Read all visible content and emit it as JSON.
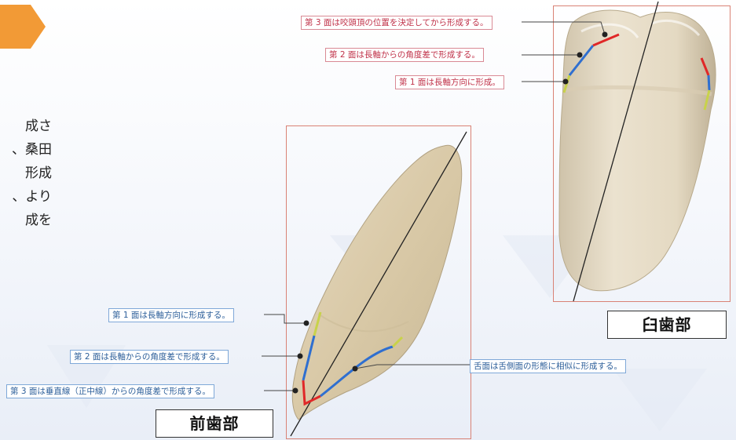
{
  "body_text_lines": [
    "成さ",
    "桑田、",
    "形成",
    "より、",
    "成を"
  ],
  "molar": {
    "label": "臼歯部",
    "callouts": [
      "第 3 面は咬頭頂の位置を決定してから形成する。",
      "第 2 面は長軸からの角度差で形成する。",
      "第 1 面は長軸方向に形成。"
    ]
  },
  "anterior": {
    "label": "前歯部",
    "callouts_left": [
      "第 1 面は長軸方向に形成する。",
      "第 2 面は長軸からの角度差で形成する。",
      "第 3 面は垂直線（正中線）からの角度差で形成する。"
    ],
    "callout_right": "舌面は舌側面の形態に相似に形成する。"
  },
  "colors": {
    "surface1": "#c8d24a",
    "surface2": "#2f6fd0",
    "surface3": "#e02828",
    "frame": "#d98275",
    "tab": "#f29a36"
  }
}
